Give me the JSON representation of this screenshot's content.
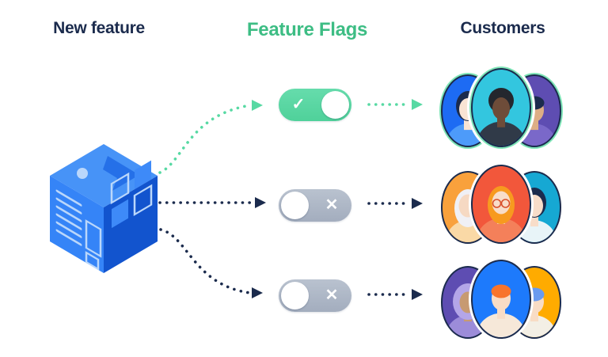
{
  "headings": {
    "left": "New feature",
    "center": "Feature Flags",
    "right": "Customers"
  },
  "palette": {
    "navy": "#1B2B4D",
    "green_text": "#3DBD84",
    "green_dots": "#57D9A3",
    "green_ring": "#7DE4B6",
    "white": "#FFFFFF",
    "cube_top": "#4793F7",
    "cube_left": "#3584F7",
    "cube_right": "#1254CE",
    "cube_glyph_dark": "#2570E8",
    "cube_glyph_light": "#BAD7FB",
    "cube_square_fill": "#3E8AF8"
  },
  "toggles": [
    {
      "state": "on",
      "glyph": "✓",
      "color_top": "#66DCAC",
      "color_bottom": "#4FD19A"
    },
    {
      "state": "off",
      "glyph": "✕",
      "color_top": "#B9C2CF",
      "color_bottom": "#A3ADBE"
    },
    {
      "state": "off",
      "glyph": "✕",
      "color_top": "#B9C2CF",
      "color_bottom": "#A3ADBE"
    }
  ],
  "customer_groups": [
    {
      "ring": {
        "outer": "#7DE4B6",
        "inner": "#1B2B4D"
      },
      "avatars": [
        {
          "bg": "#1D6BF3",
          "skin": "#F9E4D4",
          "hair": "#1B2B4D",
          "shirt": "#4D9BFA",
          "style": "bob"
        },
        {
          "bg": "#33C6DF",
          "skin": "#6E4C39",
          "hair": "#24272E",
          "shirt": "#303A48",
          "style": "afro"
        },
        {
          "bg": "#5E4DB2",
          "skin": "#DDAE85",
          "hair": "#1B2B4D",
          "shirt": "#7A68C9",
          "style": "short"
        }
      ]
    },
    {
      "ring": {
        "outer": null,
        "inner": "#1B2B4D"
      },
      "avatars": [
        {
          "bg": "#F9A13C",
          "skin": "#F6D9C3",
          "hair": "#F0F0F5",
          "shirt": "#FAD9A6",
          "style": "long"
        },
        {
          "bg": "#F2573B",
          "skin": "#F8DDC9",
          "hair": "#F79A1F",
          "shirt": "#F4805A",
          "style": "long",
          "glasses": "#D9502C"
        },
        {
          "bg": "#16A8D3",
          "skin": "#F8DDC9",
          "hair": "#1B2B4D",
          "shirt": "#E8F4F8",
          "style": "bob"
        }
      ]
    },
    {
      "ring": {
        "outer": null,
        "inner": "#1B2B4D"
      },
      "avatars": [
        {
          "bg": "#5E4DB2",
          "skin": "#C79A72",
          "hair": "#B4A6E8",
          "shirt": "#9C8CD9",
          "style": "hijab"
        },
        {
          "bg": "#1D7AFC",
          "skin": "#F8DCC5",
          "hair": "#F8742B",
          "shirt": "#F6E8D9",
          "style": "short"
        },
        {
          "bg": "#FFAB00",
          "skin": "#F8DCC5",
          "hair": "#6A9BEF",
          "shirt": "#F3EFE5",
          "style": "short"
        }
      ]
    }
  ]
}
